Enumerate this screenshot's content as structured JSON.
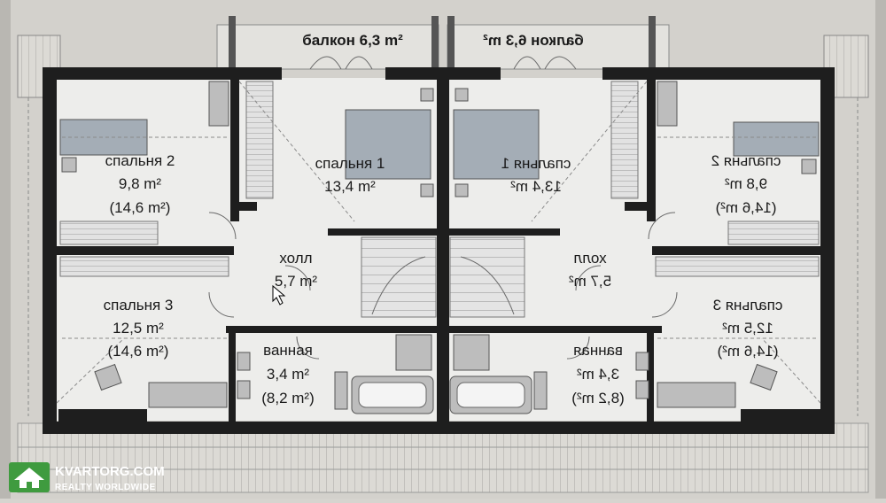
{
  "balconies": {
    "left": "балкон 6,3 m²",
    "right": "балкон 6,3 m²"
  },
  "left_unit": {
    "bedroom2": {
      "name": "спальня 2",
      "area": "9,8 m²",
      "total": "(14,6 m²)"
    },
    "bedroom1": {
      "name": "спальня 1",
      "area": "13,4 m²"
    },
    "bedroom3": {
      "name": "спальня 3",
      "area": "12,5 m²",
      "total": "(14,6 m²)"
    },
    "hall": {
      "name": "холл",
      "area": "5,7 m²"
    },
    "bathroom": {
      "name": "ванная",
      "area": "3,4 m²",
      "total": "(8,2 m²)"
    }
  },
  "right_unit": {
    "bedroom2": {
      "name": "спальня 2",
      "area": "9,8 m²",
      "total": "(14,6 m²)"
    },
    "bedroom1": {
      "name": "спальня 1",
      "area": "13,4 m²"
    },
    "bedroom3": {
      "name": "спальня 3",
      "area": "12,5 m²",
      "total": "(14,6 m²)"
    },
    "hall": {
      "name": "холл",
      "area": "5,7 m²"
    },
    "bathroom": {
      "name": "ванная",
      "area": "3,4 m²",
      "total": "(8,2 m²)"
    }
  },
  "watermark": {
    "title": "KVARTORG.COM",
    "subtitle": "REALTY WORLDWIDE",
    "logo": "house-logo-icon"
  }
}
